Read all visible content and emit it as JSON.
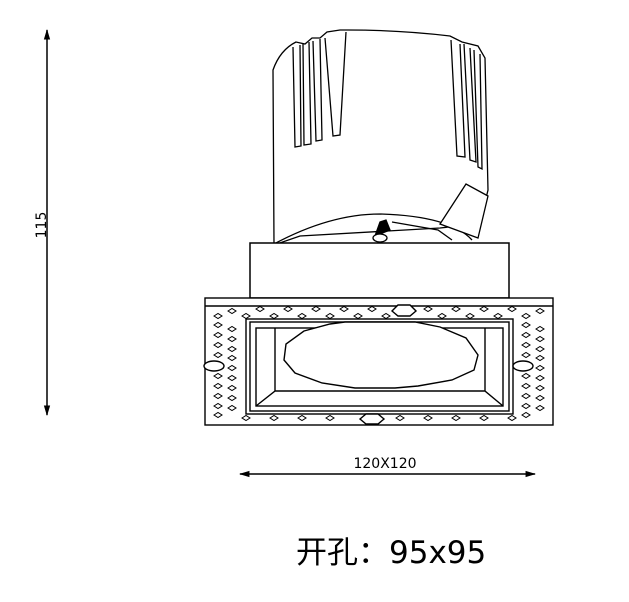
{
  "drawing": {
    "subject": "recessed square downlight fixture, front elevation",
    "line_color": "#000000",
    "background": "#ffffff"
  },
  "dimensions": {
    "height": {
      "label": "115",
      "orientation": "vertical"
    },
    "width": {
      "label": "120X120",
      "orientation": "horizontal"
    }
  },
  "cutout": {
    "label": "开孔",
    "separator": "：",
    "value": "95x95"
  }
}
